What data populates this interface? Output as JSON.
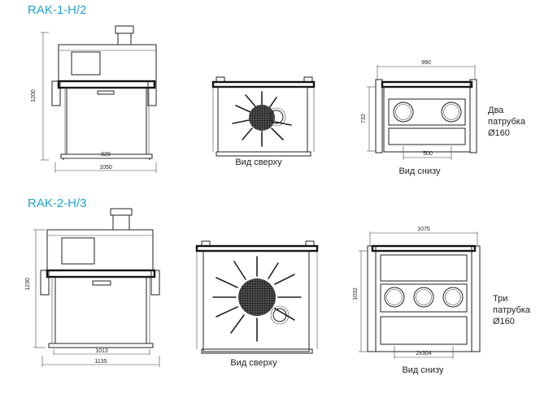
{
  "units": [
    {
      "title": "RAK-1-H/2",
      "front": {
        "height": "1200",
        "width_inner": "929",
        "width_outer": "1050"
      },
      "top_view": {
        "caption": "Вид сверху"
      },
      "bottom_view": {
        "caption": "Вид снизу",
        "width": "990",
        "depth": "732",
        "spacing": "500",
        "note": [
          "Два",
          "патрубка",
          "Ø160"
        ]
      }
    },
    {
      "title": "RAK-2-H/3",
      "front": {
        "height": "1230",
        "width_inner": "1013",
        "width_outer": "1135"
      },
      "top_view": {
        "caption": "Вид сверху"
      },
      "bottom_view": {
        "caption": "Вид снизу",
        "width": "1075",
        "depth": "1032",
        "spacing": "2x304",
        "note": [
          "Три",
          "патрубка",
          "Ø160"
        ]
      }
    }
  ],
  "colors": {
    "title": "#1fa3d6",
    "line": "#222222"
  }
}
